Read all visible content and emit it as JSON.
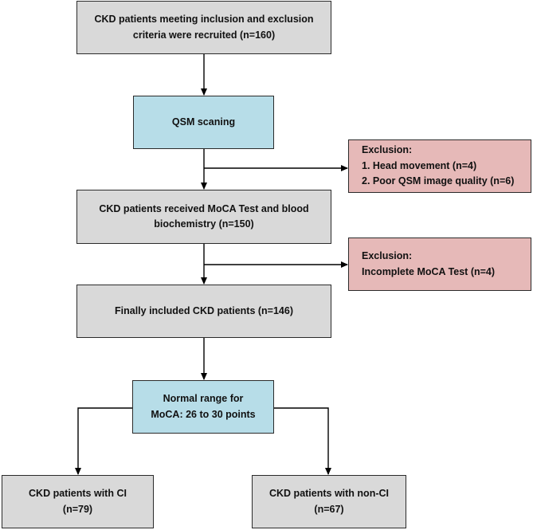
{
  "flowchart": {
    "recruited": {
      "line1": "CKD patients meeting inclusion and exclusion",
      "line2": "criteria were recruited (n=160)"
    },
    "qsm": {
      "line1": "QSM scaning"
    },
    "exclusion1": {
      "title": "Exclusion:",
      "item1": "1. Head movement (n=4)",
      "item2": "2. Poor QSM image quality (n=6)"
    },
    "moca": {
      "line1": "CKD patients received MoCA Test and blood",
      "line2": "biochemistry (n=150)"
    },
    "exclusion2": {
      "title": "Exclusion:",
      "item1": "Incomplete MoCA Test (n=4)"
    },
    "included": {
      "line1": "Finally included CKD patients (n=146)"
    },
    "normal_range": {
      "line1": "Normal range for",
      "line2": "MoCA: 26 to 30 points"
    },
    "ci_group": {
      "line1": "CKD patients with CI",
      "line2": "(n=79)"
    },
    "nonci_group": {
      "line1": "CKD patients with non-CI",
      "line2": "(n=67)"
    }
  },
  "colors": {
    "gray_box": "#d9d9d9",
    "blue_box": "#b7dde8",
    "red_box": "#e6b9b8",
    "border": "#2b2b2b",
    "arrow": "#000000"
  }
}
